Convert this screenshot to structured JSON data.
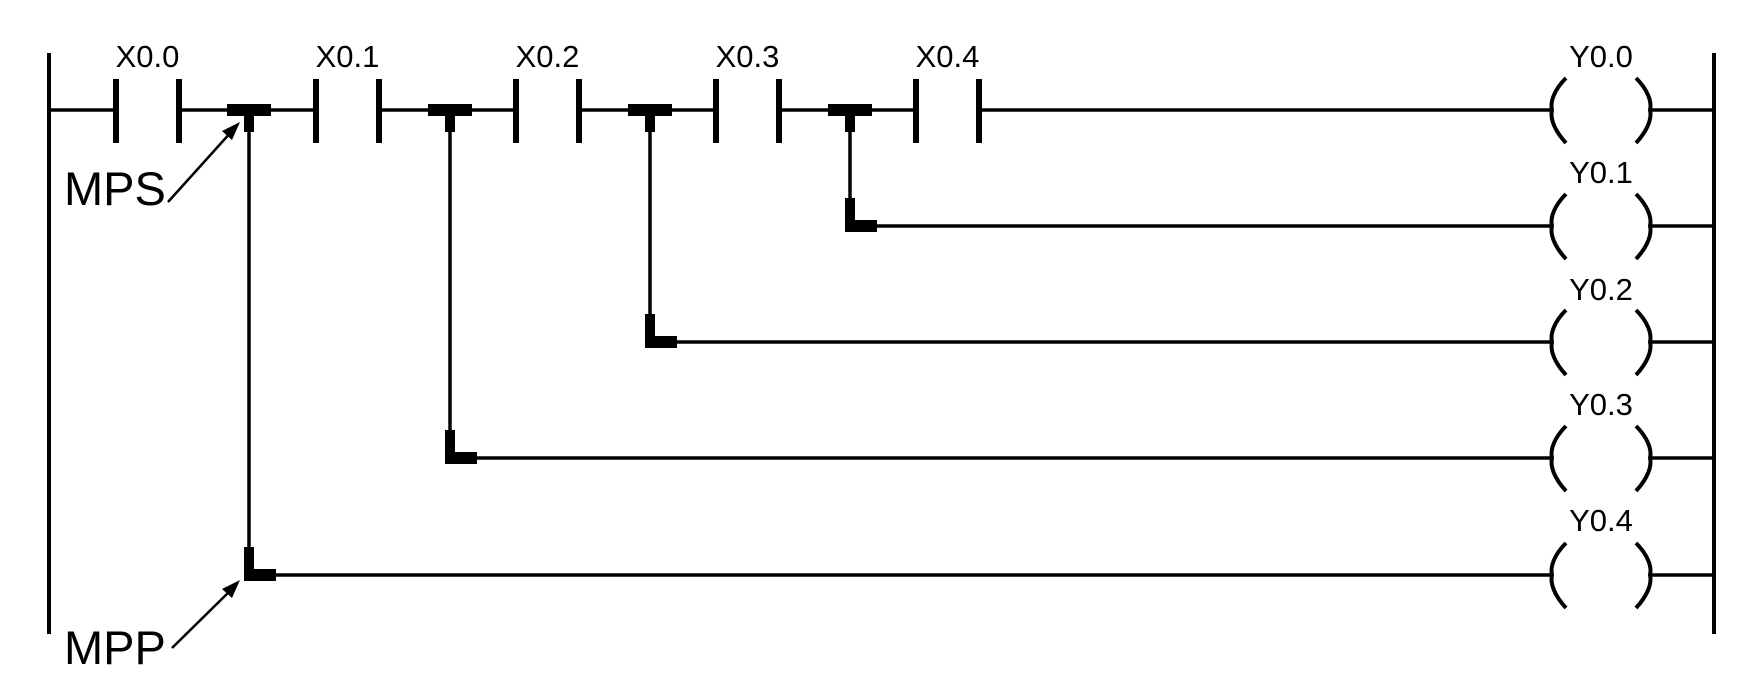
{
  "diagram": {
    "type": "ladder-logic",
    "contacts": [
      "X0.0",
      "X0.1",
      "X0.2",
      "X0.3",
      "X0.4"
    ],
    "coils": [
      "Y0.0",
      "Y0.1",
      "Y0.2",
      "Y0.3",
      "Y0.4"
    ],
    "annotations": {
      "push": "MPS",
      "pop": "MPP"
    },
    "colors": {
      "ink": "#000000",
      "background": "#ffffff"
    }
  }
}
